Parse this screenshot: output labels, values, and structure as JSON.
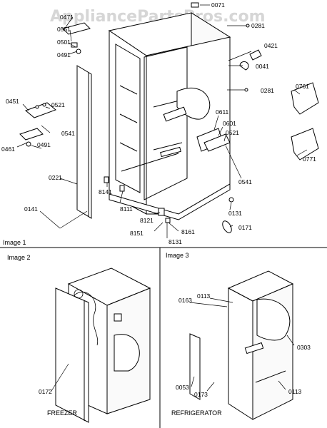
{
  "watermark": "AppliancePartsPros.com",
  "panels": {
    "image1": {
      "label": "Image 1"
    },
    "image2": {
      "label": "Image 2",
      "caption": "FREEZER"
    },
    "image3": {
      "label": "Image 3",
      "caption": "REFRIGERATOR"
    }
  },
  "callouts": {
    "c0071": "0071",
    "c0471": "0471",
    "c0551": "0551",
    "c0501": "0501",
    "c0491a": "0491",
    "c0281a": "0281",
    "c0421": "0421",
    "c0041": "0041",
    "c0281b": "0281",
    "c0761": "0761",
    "c0451": "0451",
    "c0521a": "0521",
    "c0541a": "0541",
    "c0461": "0461",
    "c0491b": "0491",
    "c0611": "0611",
    "c0601": "0601",
    "c0521b": "0521",
    "c0771": "0771",
    "c0221": "0221",
    "c0541b": "0541",
    "c8141": "8141",
    "c8111": "8111",
    "c0141": "0141",
    "c0131": "0131",
    "c8121": "8121",
    "c0171": "0171",
    "c8151": "8151",
    "c8161": "8161",
    "c8131": "8131",
    "c0172": "0172",
    "c0163": "0163",
    "c0113a": "0113",
    "c0303": "0303",
    "c0053": "0053",
    "c0173": "0173",
    "c0113b": "0113"
  }
}
